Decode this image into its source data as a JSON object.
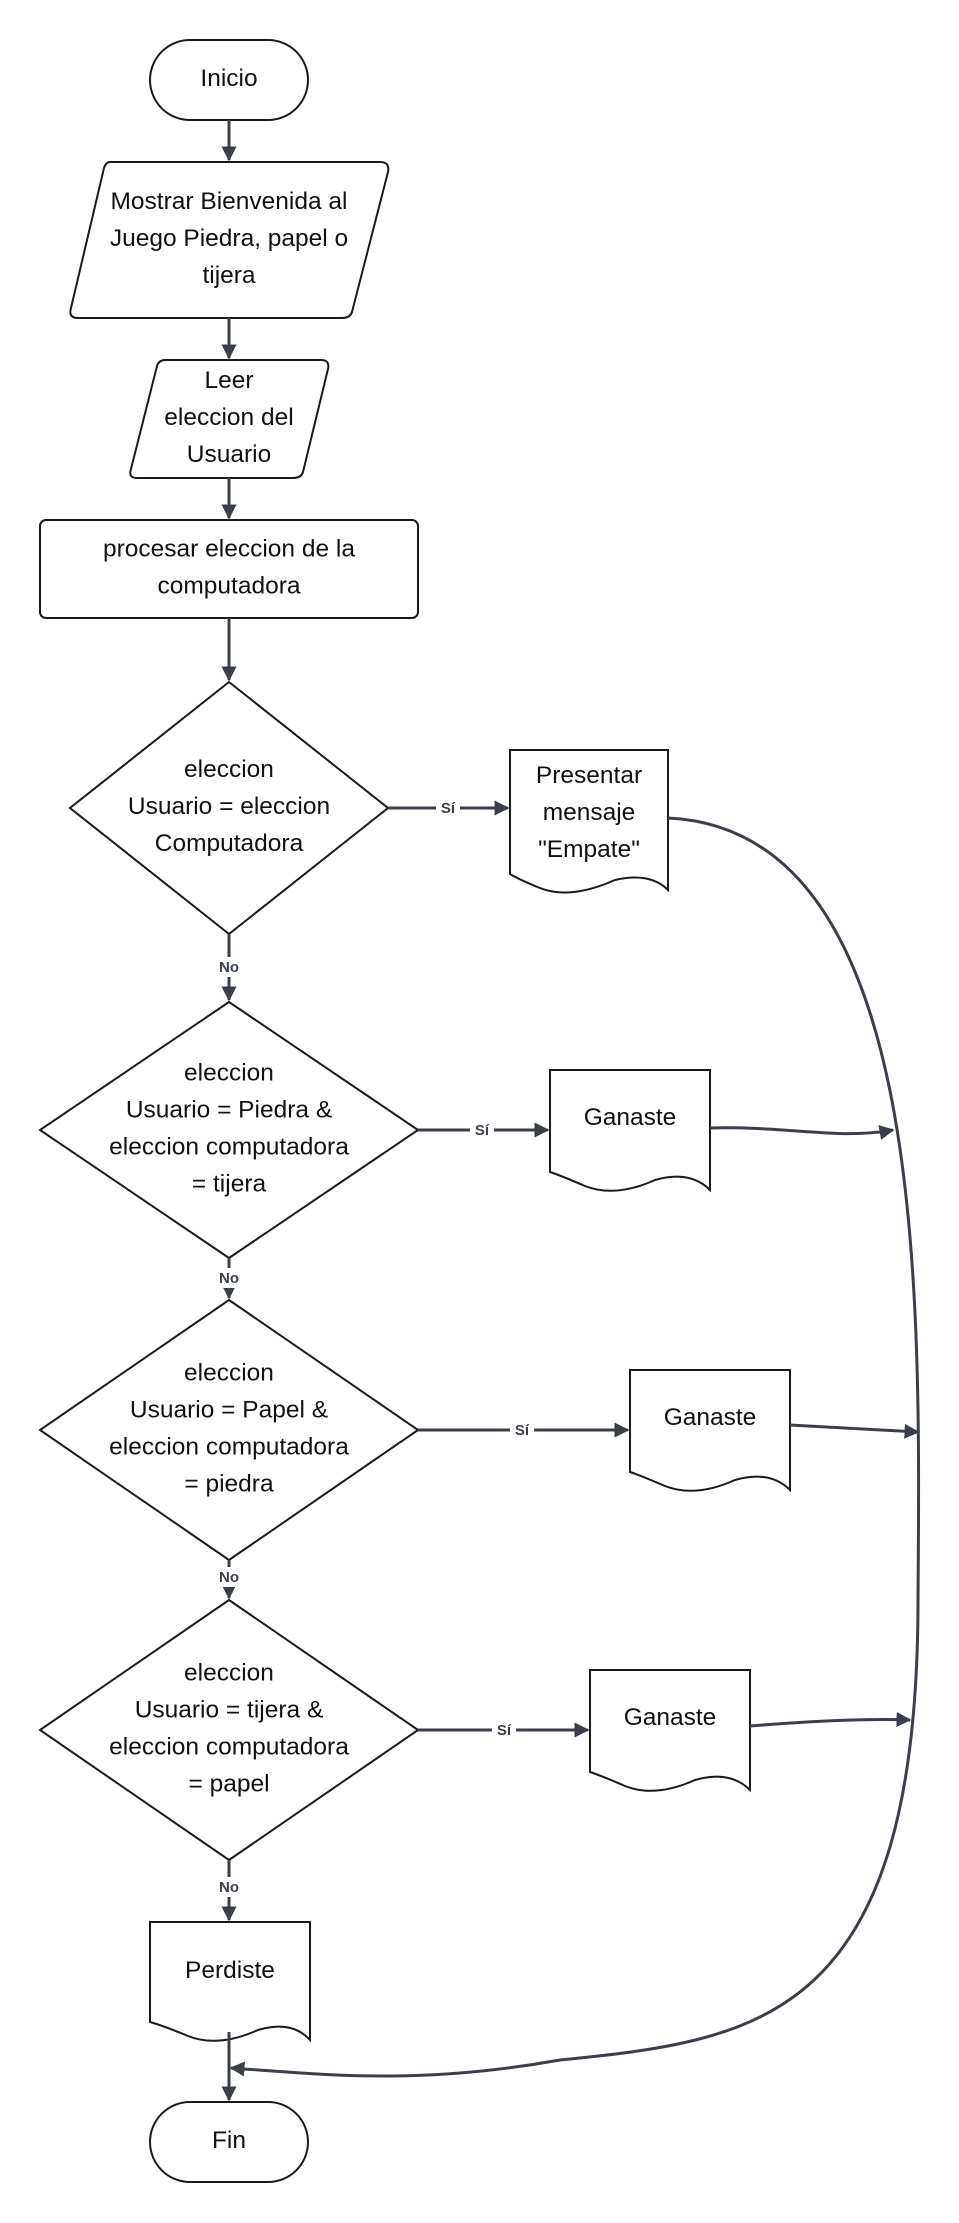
{
  "colors": {
    "shape_stroke": "#1a1a1a",
    "connector": "#3a3f4a",
    "text": "#111111",
    "background": "#ffffff"
  },
  "nodes": {
    "inicio": [
      "Inicio"
    ],
    "bienvenida": [
      "Mostrar Bienvenida al",
      "Juego Piedra, papel o",
      "tijera"
    ],
    "leer": [
      "Leer",
      "eleccion del",
      "Usuario"
    ],
    "procesar": [
      "procesar eleccion de la",
      "computadora"
    ],
    "d_empate": [
      "eleccion",
      "Usuario = eleccion",
      "Computadora"
    ],
    "empate": [
      "Presentar",
      "mensaje",
      "\"Empate\""
    ],
    "d_piedra": [
      "eleccion",
      "Usuario = Piedra &",
      "eleccion computadora",
      "= tijera"
    ],
    "gan1": [
      "Ganaste"
    ],
    "d_papel": [
      "eleccion",
      "Usuario = Papel &",
      "eleccion computadora",
      "= piedra"
    ],
    "gan2": [
      "Ganaste"
    ],
    "d_tijera": [
      "eleccion",
      "Usuario = tijera &",
      "eleccion computadora",
      "= papel"
    ],
    "gan3": [
      "Ganaste"
    ],
    "perdiste": [
      "Perdiste"
    ],
    "fin": [
      "Fin"
    ]
  },
  "edge_labels": {
    "yes": "Sí",
    "no": "No"
  }
}
